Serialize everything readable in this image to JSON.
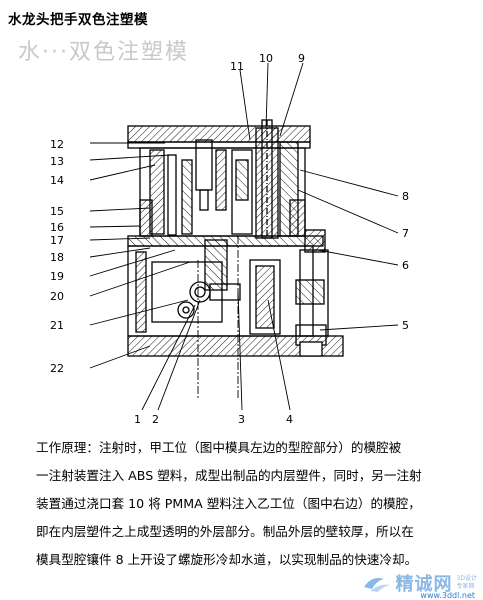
{
  "document": {
    "title": "水龙头把手双色注塑模",
    "ghost_heading": "水···双色注塑模",
    "callouts_left": [
      "12",
      "13",
      "14",
      "15",
      "16",
      "17",
      "18",
      "19",
      "20",
      "21",
      "22"
    ],
    "callouts_top": [
      "11",
      "10",
      "9"
    ],
    "callouts_right": [
      "8",
      "7",
      "6",
      "5"
    ],
    "callouts_bottom": [
      "1",
      "2",
      "3",
      "4"
    ],
    "paragraph_lines": [
      "工作原理：注射时，甲工位（图中模具左边的型腔部分）的模腔被",
      "一注射装置注入 ABS 塑料，成型出制品的内层塑件，同时，另一注射",
      "装置通过浇口套 10 将 PMMA 塑料注入乙工位（图中右边）的模腔，",
      "即在内层塑件之上成型透明的外层部分。制品外层的壁较厚，所以在",
      "模具型腔镶件 8 上开设了螺旋形冷却水道，以实现制品的快速冷却。"
    ]
  },
  "watermark": {
    "brand": "精诚网",
    "sub1": "3D设计",
    "sub2": "专家网",
    "url": "www.3ddl.net",
    "color": "#2a7fd1"
  }
}
